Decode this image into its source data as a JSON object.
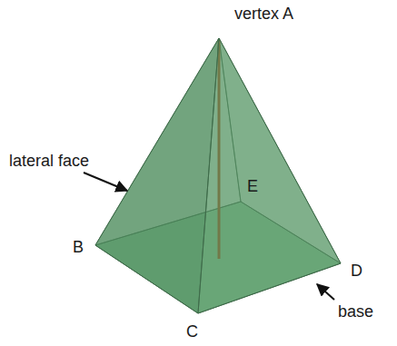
{
  "diagram": {
    "labels": [
      "vertex A",
      "lateral face",
      "E",
      "B",
      "D",
      "base",
      "C"
    ]
  }
}
